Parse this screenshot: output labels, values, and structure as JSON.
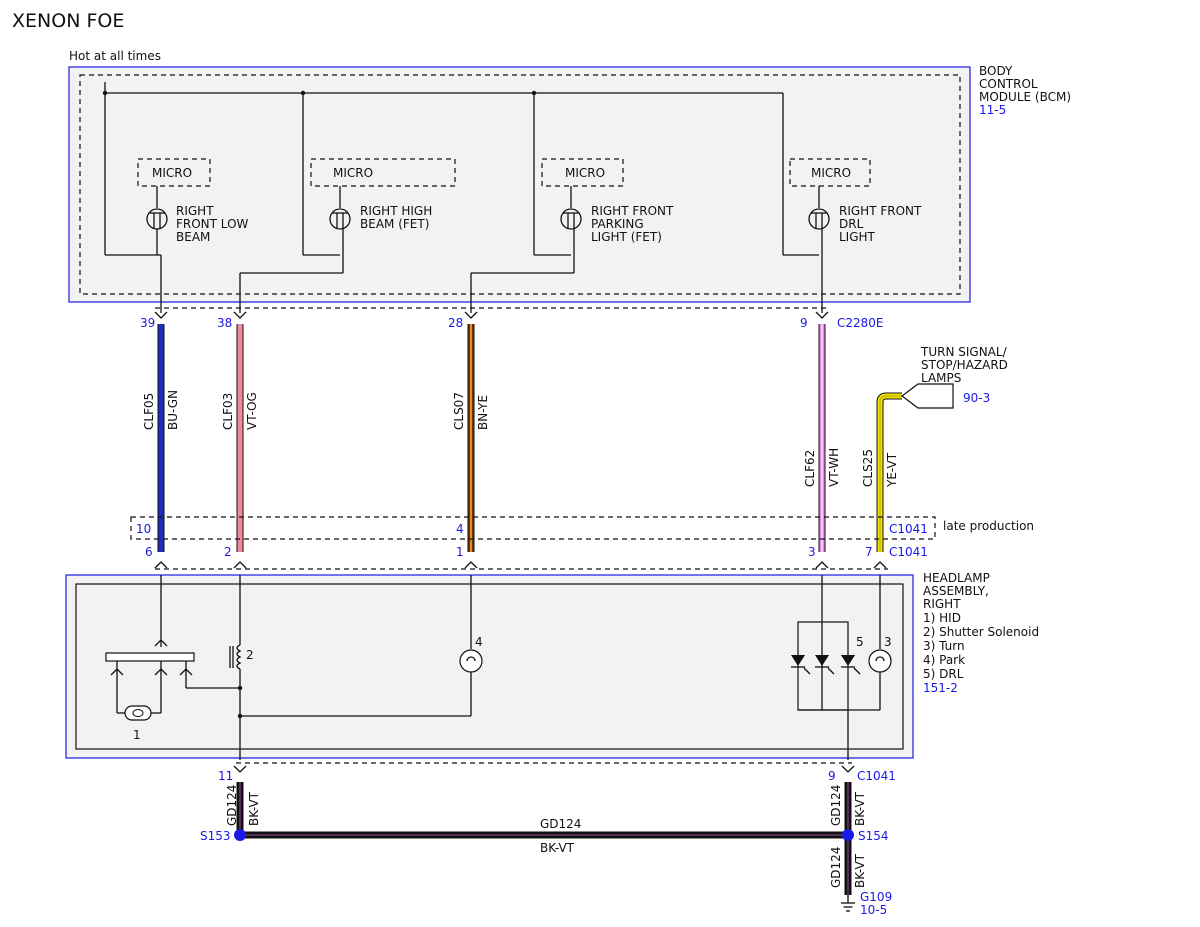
{
  "title": "XENON FOE",
  "bcm": {
    "supply_label": "Hot at all times",
    "name_lines": [
      "BODY",
      "CONTROL",
      "MODULE (BCM)"
    ],
    "ref": "11-5",
    "micro_label": "MICRO",
    "outputs": [
      {
        "lines": [
          "RIGHT",
          "FRONT LOW",
          "BEAM"
        ]
      },
      {
        "lines": [
          "RIGHT HIGH",
          "BEAM (FET)"
        ]
      },
      {
        "lines": [
          "RIGHT FRONT",
          "PARKING",
          "LIGHT (FET)"
        ]
      },
      {
        "lines": [
          "RIGHT FRONT",
          "DRL",
          "LIGHT"
        ]
      }
    ]
  },
  "connectors": {
    "bcm": "C2280E",
    "late": "C1041",
    "late_note": "late production",
    "headlamp": "C1041",
    "ground": "C1041"
  },
  "wires": [
    {
      "circuit": "CLF05",
      "color_code": "BU-GN",
      "bcm_pin": "39",
      "late_pin": "10",
      "lamp_pin": "6",
      "colors": [
        "#1a2fbf",
        "#0b1a8a"
      ]
    },
    {
      "circuit": "CLF03",
      "color_code": "VT-OG",
      "bcm_pin": "38",
      "late_pin": "",
      "lamp_pin": "2",
      "colors": [
        "#f08a9a",
        "#e27088"
      ]
    },
    {
      "circuit": "CLS07",
      "color_code": "BN-YE",
      "bcm_pin": "28",
      "late_pin": "4",
      "lamp_pin": "1",
      "colors": [
        "#7a2e08",
        "#e0a020"
      ]
    },
    {
      "circuit": "CLF62",
      "color_code": "VT-WH",
      "bcm_pin": "9",
      "late_pin": "",
      "lamp_pin": "3",
      "colors": [
        "#e58ae8",
        "#f7d2f7"
      ]
    },
    {
      "circuit": "CLS25",
      "color_code": "YE-VT",
      "bcm_pin": "",
      "late_pin": "",
      "lamp_pin": "7",
      "colors": [
        "#f2e200",
        "#c8b400"
      ]
    }
  ],
  "turn_signal": {
    "lines": [
      "TURN SIGNAL/",
      "STOP/HAZARD",
      "LAMPS"
    ],
    "ref": "90-3"
  },
  "headlamp": {
    "name_lines": [
      "HEADLAMP",
      "ASSEMBLY,",
      "RIGHT"
    ],
    "legend": [
      "1) HID",
      "2) Shutter Solenoid",
      "3) Turn",
      "4) Park",
      "5) DRL"
    ],
    "ref": "151-2",
    "item_labels": {
      "hid": "1",
      "solenoid": "2",
      "turn": "3",
      "park": "4",
      "drl": "5"
    }
  },
  "ground": {
    "circuit": "GD124",
    "color_code": "BK-VT",
    "left_pin": "11",
    "right_pin": "9",
    "splice_left": "S153",
    "splice_right": "S154",
    "ground_point": "G109",
    "ground_ref": "10-5"
  }
}
